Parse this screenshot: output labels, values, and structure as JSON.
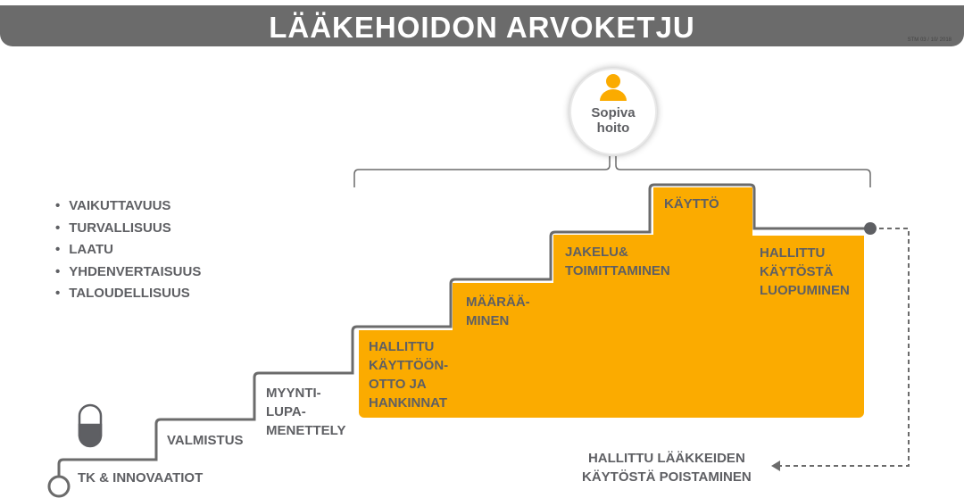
{
  "header": {
    "title": "LÄÄKEHOIDON ARVOKETJU",
    "code": "STM 03 / 10/ 2018"
  },
  "goal": {
    "label_line1": "Sopiva",
    "label_line2": "hoito"
  },
  "criteria": [
    "VAIKUTTAVUUS",
    "TURVALLISUUS",
    "LAATU",
    "YHDENVERTAISUUS",
    "TALOUDELLISUUS"
  ],
  "steps": {
    "rd": "TK & INNOVAATIOT",
    "manufacturing": "VALMISTUS",
    "authorization": [
      "MYYNTI-",
      "LUPA-",
      "MENETTELY"
    ],
    "procurement": [
      "HALLITTU",
      "KÄYTTÖÖN-",
      "OTTO JA",
      "HANKINNAT"
    ],
    "prescribing": [
      "MÄÄRÄÄ-",
      "MINEN"
    ],
    "distribution": [
      "JAKELU&",
      "TOIMITTAMINEN"
    ],
    "use": "KÄYTTÖ",
    "discontinuation": [
      "HALLITTU",
      "KÄYTÖSTÄ",
      "LUOPUMINEN"
    ],
    "disposal": [
      "HALLITTU LÄÄKKEIDEN",
      "KÄYTÖSTÄ POISTAMINEN"
    ]
  },
  "colors": {
    "accent": "#fbab00",
    "text": "#5e5f63",
    "line": "#6b6b6b"
  }
}
